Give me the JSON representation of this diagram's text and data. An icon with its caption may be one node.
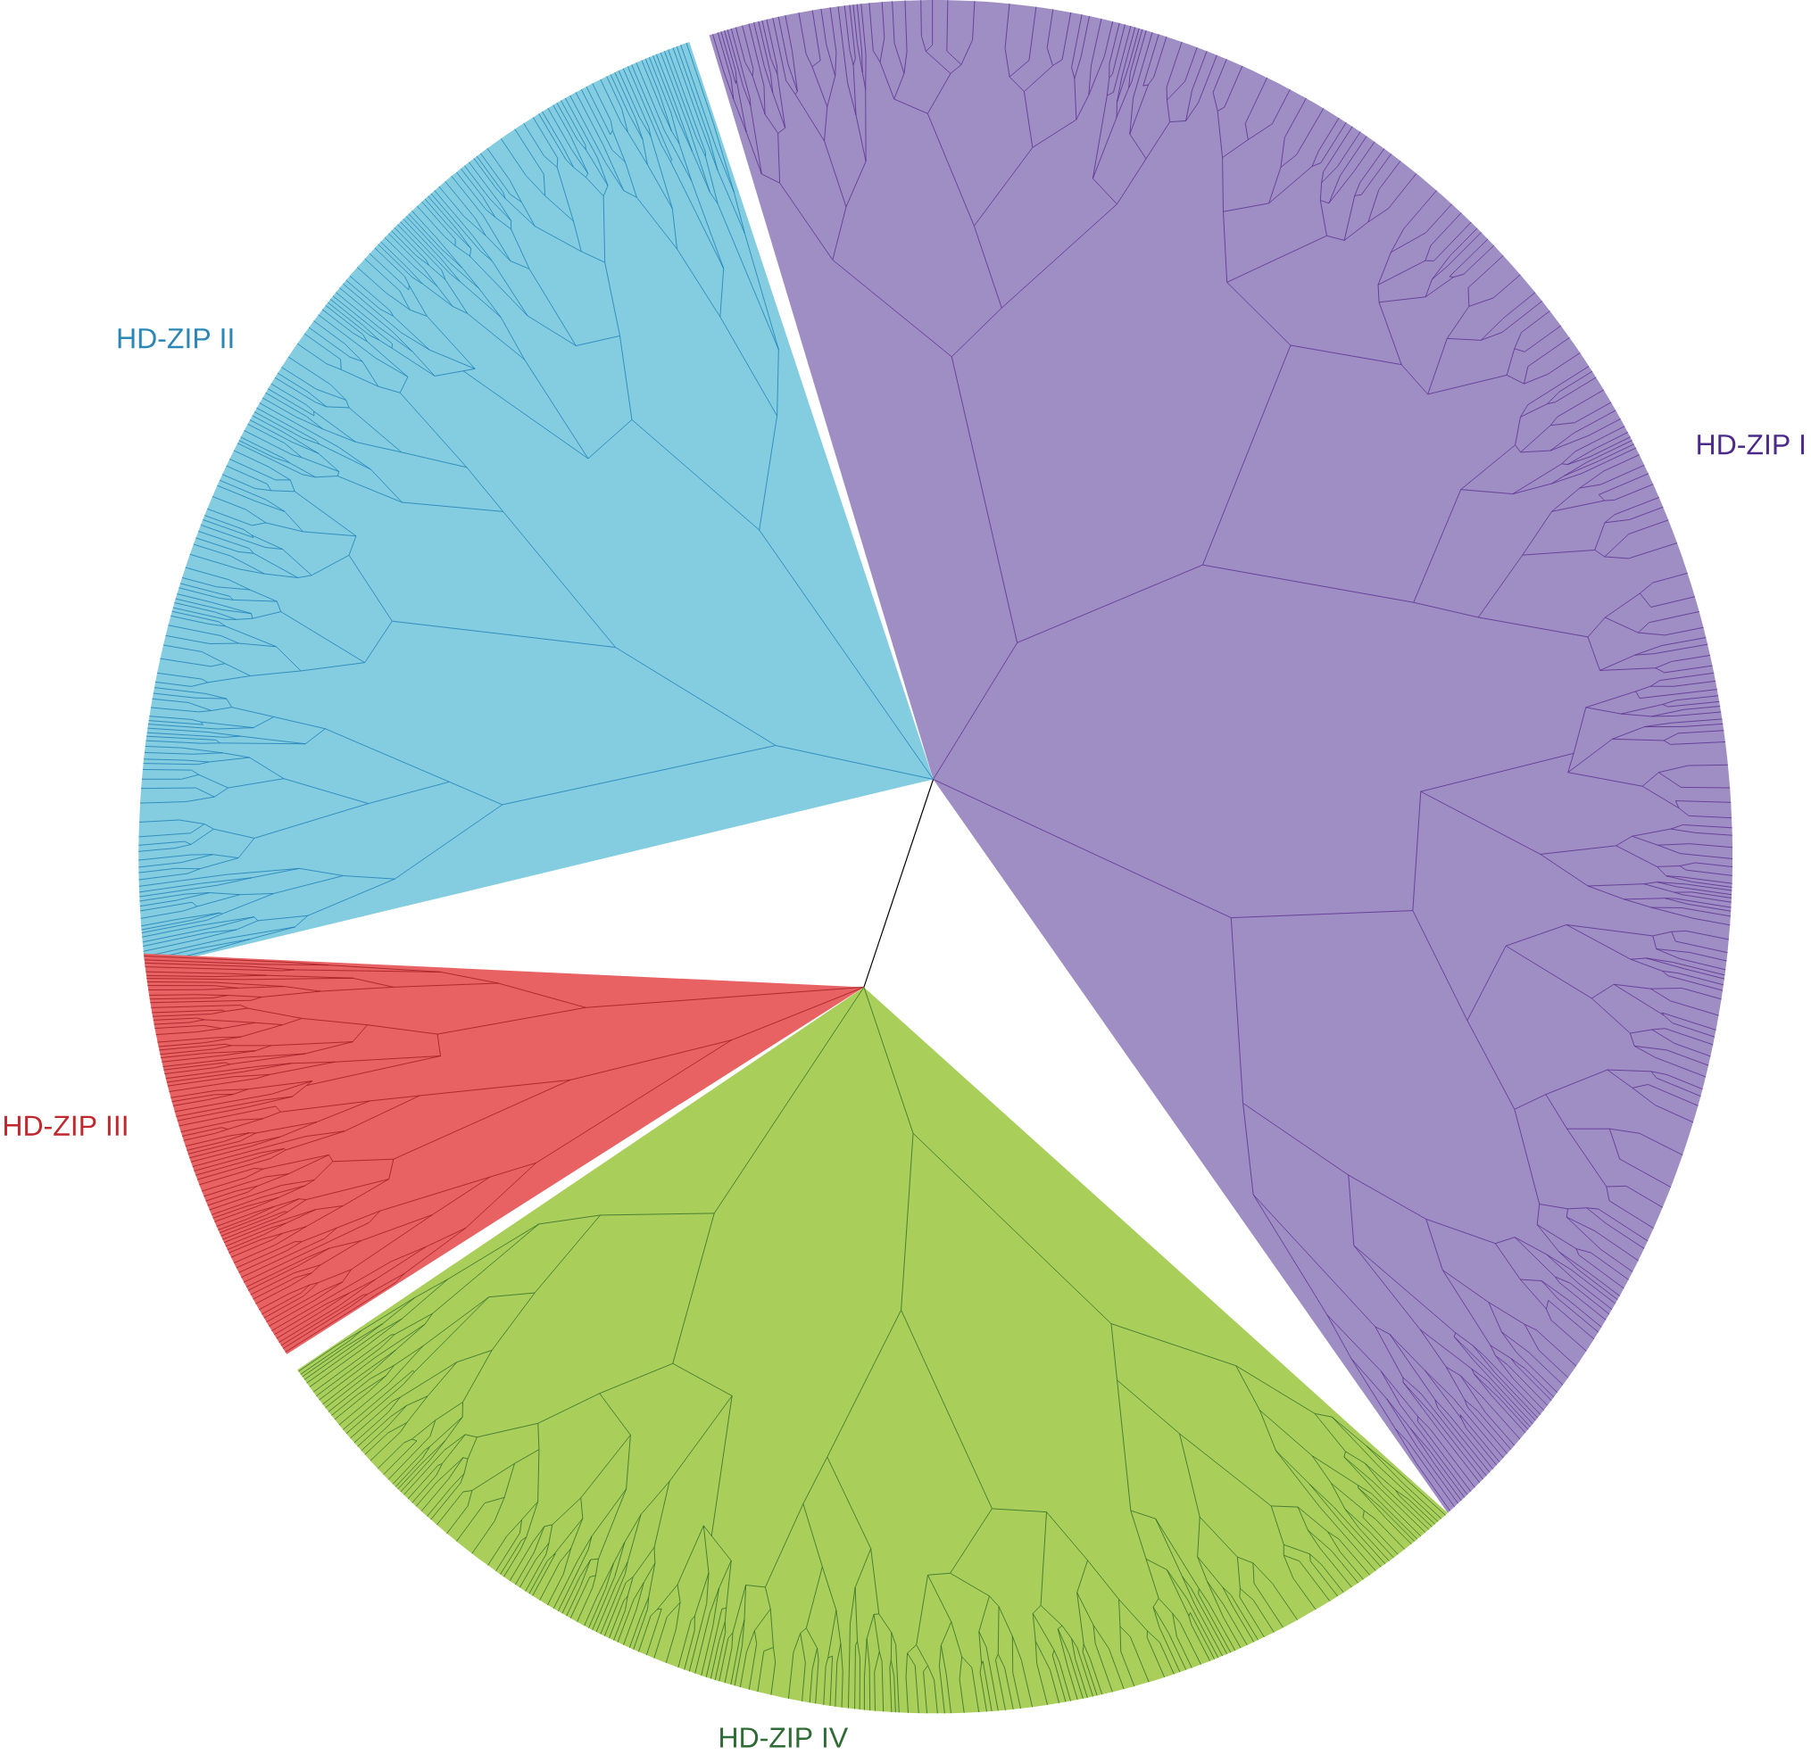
{
  "diagram": {
    "nodes": [
      {
        "text": [
          "HD-ZIP II"
        ]
      },
      {
        "text": [
          "HD-ZIP I"
        ]
      },
      {
        "text": [
          "HD-ZIP III"
        ]
      },
      {
        "text": [
          "HD-ZIP IV"
        ]
      }
    ],
    "edges": [
      {
        "from": 0,
        "to": 2,
        "arrow": "none"
      }
    ]
  }
}
